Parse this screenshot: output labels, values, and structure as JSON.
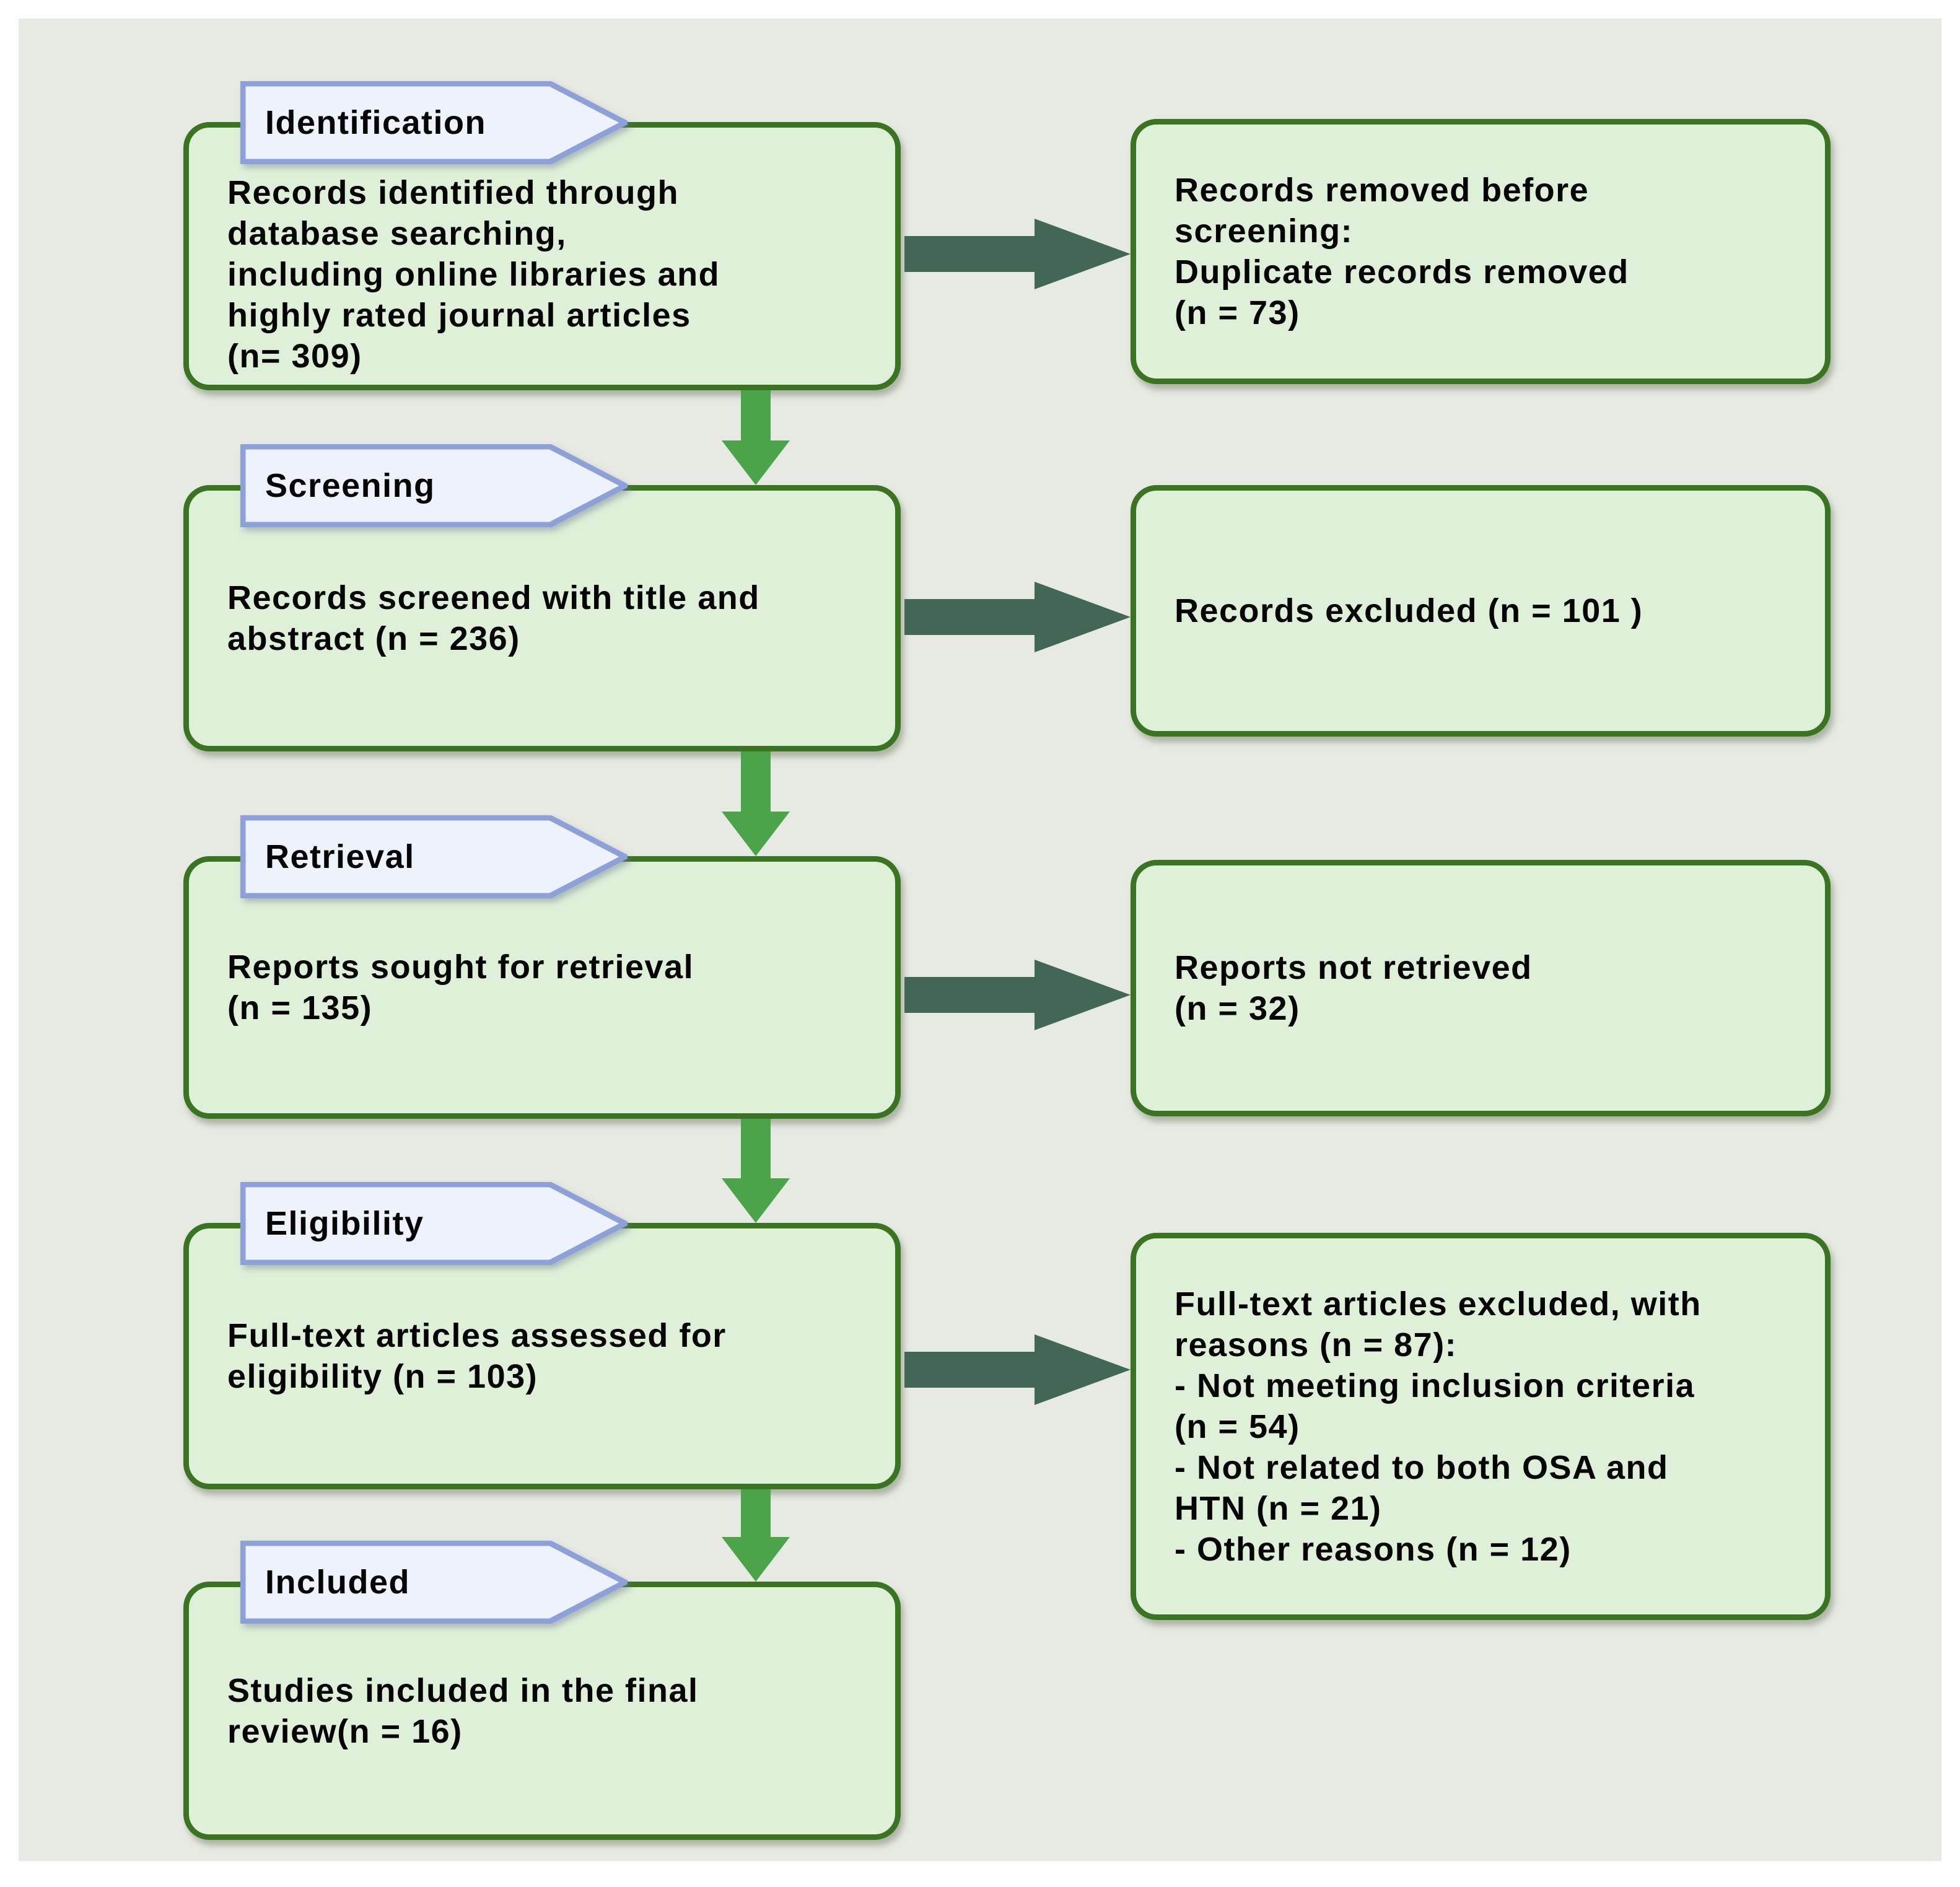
{
  "colors": {
    "page-bg": "#ffffff",
    "canvas-bg": "#e7eae3",
    "box-fill": "#def0d7",
    "box-border": "#3a7422",
    "tab-fill": "#eef2fc",
    "tab-border": "#8ea0d8",
    "arrow-side": "#426757",
    "arrow-down": "#4ca44a",
    "text": "#050505"
  },
  "stages": [
    {
      "tab": "Identification",
      "main": "Records identified through\ndatabase searching,\nincluding online libraries and\nhighly rated journal articles\n(n= 309)",
      "side": "Records removed before\nscreening:\nDuplicate records removed\n(n = 73)"
    },
    {
      "tab": "Screening",
      "main": "Records screened with title and\nabstract (n = 236)",
      "side": "Records excluded (n = 101 )"
    },
    {
      "tab": "Retrieval",
      "main": "Reports sought for retrieval\n(n = 135)",
      "side": "Reports not retrieved\n(n = 32)"
    },
    {
      "tab": "Eligibility",
      "main": "Full-text articles assessed for\neligibility (n = 103)",
      "side": "Full-text articles excluded, with\nreasons (n = 87):\n- Not meeting inclusion criteria\n(n = 54)\n- Not related to both OSA and\nHTN (n = 21)\n- Other reasons (n = 12)"
    },
    {
      "tab": "Included",
      "main": "Studies included in the final\nreview(n = 16)"
    }
  ]
}
